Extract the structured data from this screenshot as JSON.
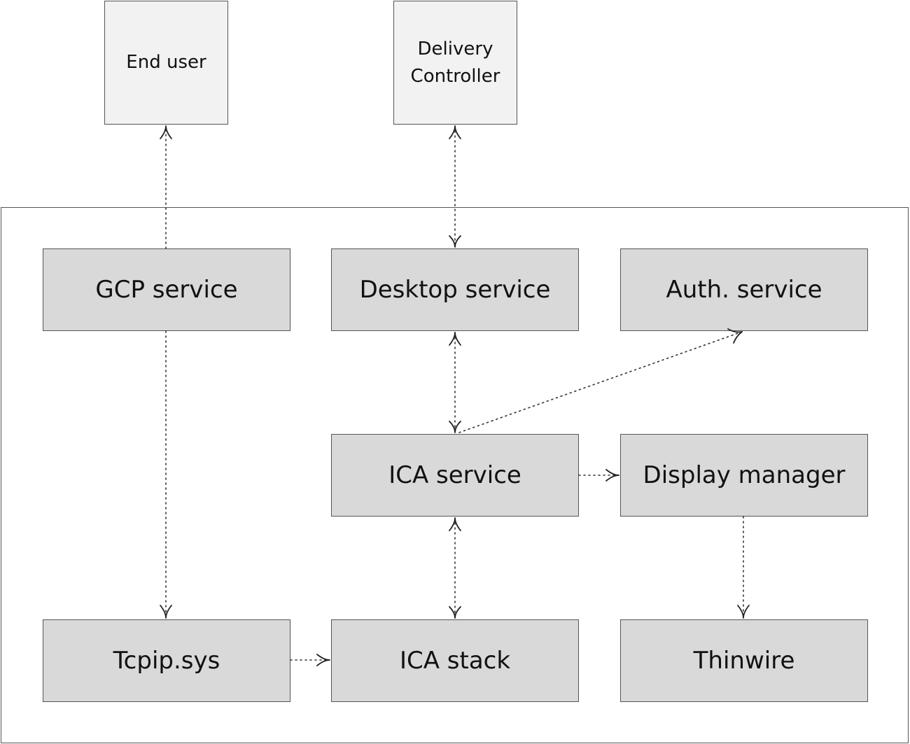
{
  "external": {
    "end_user": "End user",
    "delivery_controller": "Delivery\nController"
  },
  "services": {
    "gcp": "GCP service",
    "desktop": "Desktop service",
    "auth": "Auth. service",
    "ica_service": "ICA service",
    "display_manager": "Display manager",
    "tcpip": "Tcpip.sys",
    "ica_stack": "ICA stack",
    "thinwire": "Thinwire"
  },
  "colors": {
    "external_fill": "#f2f2f2",
    "service_fill": "#d9d9d9",
    "border": "#555555",
    "link": "#333333"
  }
}
